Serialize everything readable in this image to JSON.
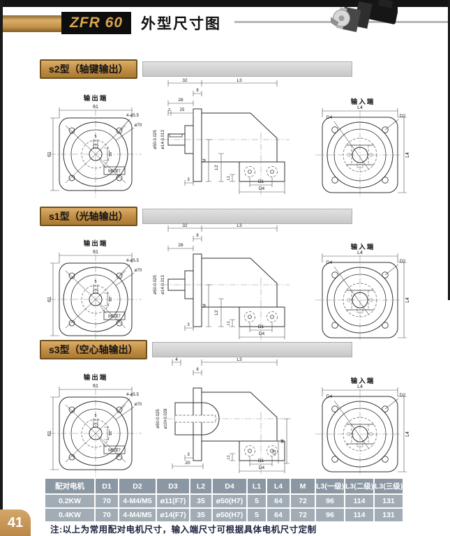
{
  "header": {
    "model": "ZFR 60",
    "title": "外型尺寸图"
  },
  "page_number": "41",
  "note": "注:以上为常用配对电机尺寸，输入端尺寸可根据具体电机尺寸定制",
  "sections": [
    {
      "banner": "s2型（轴键输出）",
      "output": {
        "title": "输出端",
        "dim_top": "61",
        "dim_left": "61",
        "holes_label": "4-ø5.5",
        "circle_label": "ø70",
        "key_w": "5",
        "key_h": "16",
        "tap_label": "M5深7"
      },
      "side": {
        "a": "32",
        "l3": "L3",
        "t8": "8",
        "s28": "28",
        "k2": "2",
        "k25": "25",
        "d_outer": "ø50-0.025",
        "d_inner": "ø14-0.013",
        "b3": "3",
        "m": "M",
        "l2": "L2",
        "l1": "L1",
        "d1": "D1",
        "d4": "D4"
      },
      "input": {
        "title": "输入端",
        "top": "L4",
        "right": "L4",
        "d2": "D2",
        "d4": "D4"
      }
    },
    {
      "banner": "s1型（光轴输出）",
      "output": {
        "title": "输出端",
        "dim_top": "61",
        "dim_left": "61",
        "holes_label": "4-ø5.5",
        "circle_label": "ø70",
        "key_w": "5",
        "key_h": "16",
        "tap_label": "M5深7"
      },
      "side": {
        "a": "32",
        "l3": "L3",
        "t8": "8",
        "s28": "28",
        "d_outer": "ø50-0.025",
        "d_inner": "ø14-0.013",
        "b3": "3",
        "m": "M",
        "l2": "L2",
        "l1": "L1",
        "d1": "D1",
        "d4": "D4"
      },
      "input": {
        "title": "输入端",
        "top": "L4",
        "right": "L4",
        "d2": "D2",
        "d4": "D4"
      }
    },
    {
      "banner": "s3型（空心轴输出）",
      "output": {
        "title": "输出端",
        "dim_top": "61",
        "dim_left": "61",
        "holes_label": "4-ø5.5",
        "circle_label": "ø70",
        "key_w": "5",
        "key_h": "16",
        "tap_label": "M5深7"
      },
      "side": {
        "a": "4",
        "l3": "L3",
        "t8": "8",
        "h20": "20",
        "d_outer": "ø50-0.025",
        "d_inner": "ø10+0.028",
        "b3": "3",
        "m": "M",
        "l2": "L2",
        "l1": "L1",
        "d1": "D1",
        "d4": "D4"
      },
      "input": {
        "title": "输入端",
        "top": "L4",
        "right": "L4",
        "d2": "D2",
        "d4": "D4"
      }
    }
  ],
  "table": {
    "headers": [
      "配对电机",
      "D1",
      "D2",
      "D3",
      "L2",
      "D4",
      "L1",
      "L4",
      "M",
      "L3(一级)",
      "L3(二级)",
      "L3(三级)"
    ],
    "rows": [
      [
        "0.2KW",
        "70",
        "4-M4/M5",
        "ø11(F7)",
        "35",
        "ø50(H7)",
        "5",
        "64",
        "72",
        "96",
        "114",
        "131"
      ],
      [
        "0.4KW",
        "70",
        "4-M4/M5",
        "ø14(F7)",
        "35",
        "ø50(H7)",
        "5",
        "64",
        "72",
        "96",
        "114",
        "131"
      ]
    ]
  }
}
